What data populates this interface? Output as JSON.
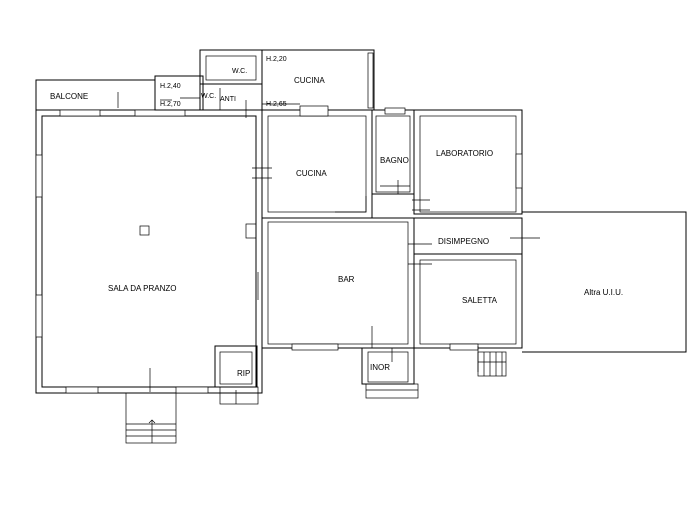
{
  "rooms": {
    "balcone": "BALCONE",
    "wc_top": "W.C.",
    "cucina_top": "CUCINA",
    "wc_small": "W.C.",
    "anti": "ANTI",
    "cucina": "CUCINA",
    "bagno": "BAGNO",
    "laboratorio": "LABORATORIO",
    "disimpegno": "DISIMPEGNO",
    "sala_da_pranzo": "SALA DA PRANZO",
    "bar": "BAR",
    "saletta": "SALETTA",
    "altra_uiu": "Altra  U.I.U.",
    "rip": "RIP",
    "inor": "INOR"
  },
  "heights": {
    "h220": "H.2,20",
    "h240": "H.2,40",
    "h270": "H.2,70",
    "h265": "H.2,65"
  }
}
